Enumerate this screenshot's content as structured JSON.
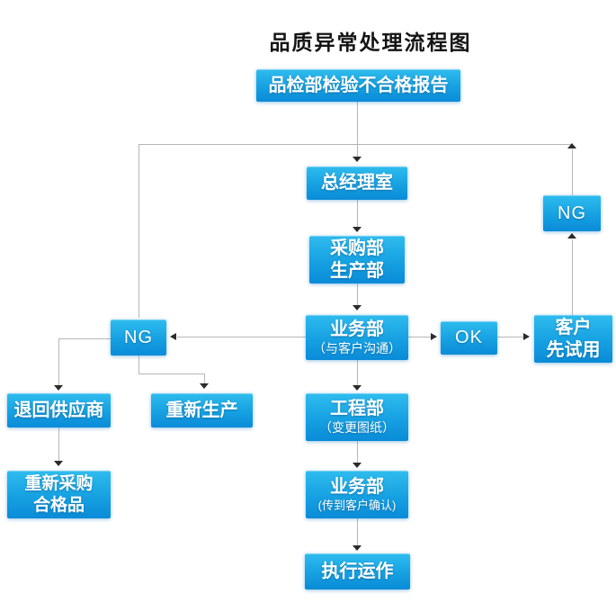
{
  "title": "品质异常处理流程图",
  "colors": {
    "box_top": "#2fbcee",
    "box_mid": "#17a2e2",
    "box_bottom": "#0a8bd8",
    "line": "#b6b6b6",
    "arrow": "#2b2b2b",
    "title_color": "#141414",
    "bg": "#ffffff"
  },
  "nodes": {
    "report": {
      "line1": "品检部检验不合格报告"
    },
    "gm": {
      "line1": "总经理室"
    },
    "purchase": {
      "line1": "采购部",
      "line2": "生产部"
    },
    "biz1": {
      "line1": "业务部",
      "line2": "（与客户沟通）"
    },
    "ng_left": {
      "line1": "NG"
    },
    "ok": {
      "line1": "OK"
    },
    "customer": {
      "line1": "客户",
      "line2": "先试用"
    },
    "ng_right": {
      "line1": "NG"
    },
    "return_supplier": {
      "line1": "退回供应商"
    },
    "reproduce": {
      "line1": "重新生产"
    },
    "repurchase": {
      "line1": "重新采购",
      "line2": "合格品"
    },
    "engineering": {
      "line1": "工程部",
      "line2": "（变更图纸）"
    },
    "biz2": {
      "line1": "业务部",
      "line2": "(传到客户确认)"
    },
    "execute": {
      "line1": "执行运作"
    }
  },
  "edges": [
    {
      "from": "report",
      "to": "gm"
    },
    {
      "from": "gm",
      "to": "purchase"
    },
    {
      "from": "purchase",
      "to": "biz1"
    },
    {
      "from": "biz1",
      "to": "ng_left"
    },
    {
      "from": "biz1",
      "to": "ok"
    },
    {
      "from": "ok",
      "to": "customer"
    },
    {
      "from": "customer",
      "to": "ng_right"
    },
    {
      "from": "ng_right",
      "to": "gm",
      "type": "loop-back"
    },
    {
      "from": "ng_left",
      "to": "return_supplier"
    },
    {
      "from": "ng_left",
      "to": "reproduce"
    },
    {
      "from": "return_supplier",
      "to": "repurchase"
    },
    {
      "from": "biz1",
      "to": "engineering"
    },
    {
      "from": "engineering",
      "to": "biz2"
    },
    {
      "from": "biz2",
      "to": "execute"
    }
  ]
}
